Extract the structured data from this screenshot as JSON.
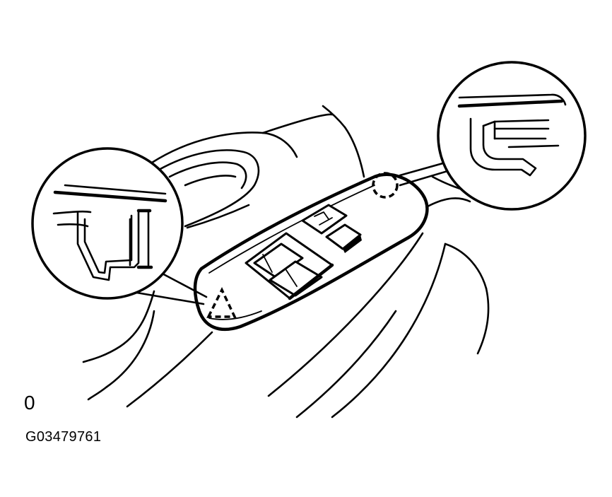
{
  "figure": {
    "view_label": "0",
    "figure_id": "G03479761"
  },
  "callouts": [
    {
      "name": "left-detail-callout",
      "marker": "triangle"
    },
    {
      "name": "right-detail-callout",
      "marker": "circle"
    }
  ]
}
